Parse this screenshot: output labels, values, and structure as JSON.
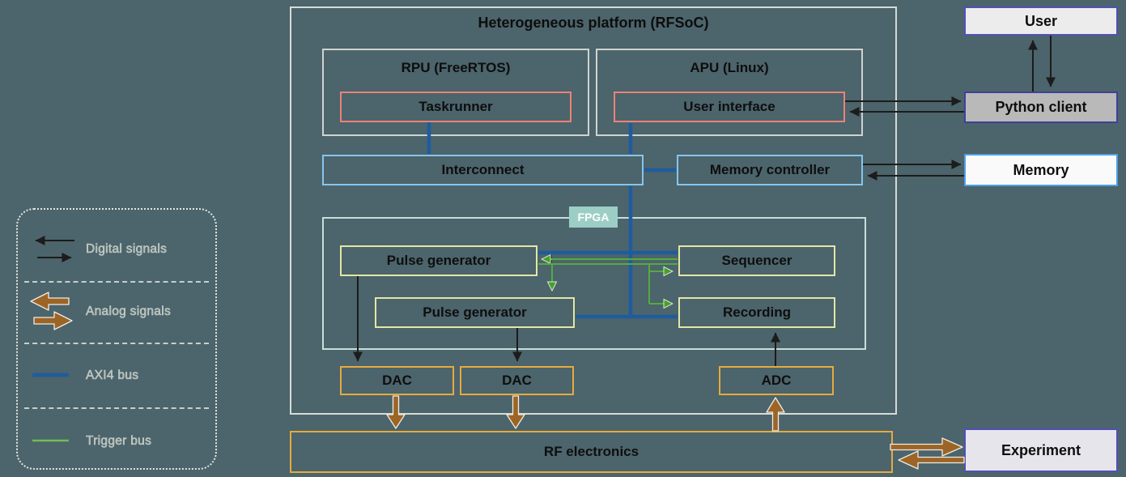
{
  "diagram": {
    "title": "Heterogeneous platform (RFSoC)",
    "fpga_tag": "FPGA",
    "boxes": {
      "rpu_label": "RPU (FreeRTOS)",
      "taskrunner": "Taskrunner",
      "apu_label": "APU (Linux)",
      "user_interface": "User interface",
      "interconnect": "Interconnect",
      "memory_controller": "Memory controller",
      "pulse_generator_1": "Pulse generator",
      "sequencer": "Sequencer",
      "pulse_generator_2": "Pulse generator",
      "recording": "Recording",
      "dac_1": "DAC",
      "dac_2": "DAC",
      "adc": "ADC",
      "rf_electronics": "RF electronics"
    },
    "external": {
      "user": "User",
      "python_client": "Python client",
      "memory": "Memory",
      "experiment": "Experiment"
    }
  },
  "legend": {
    "items": [
      {
        "label": "Digital signals",
        "icon": "digital-signals-arrows-icon"
      },
      {
        "label": "Analog signals",
        "icon": "analog-signals-arrows-icon"
      },
      {
        "label": "AXI4 bus",
        "icon": "axi4-bus-line-icon"
      },
      {
        "label": "Trigger bus",
        "icon": "trigger-bus-line-icon"
      }
    ]
  },
  "colors": {
    "background": "#4c646b",
    "axi4_bus_blue": "#1e5c9e",
    "trigger_bus_green": "#55aa40",
    "analog_signal_brown": "#9c6526",
    "digital_signal_black": "#1c1c1c",
    "processor_module_border": "#ed8277",
    "bus_module_border": "#85c6ee",
    "fpga_module_border": "#e2e7a6",
    "converter_border": "#e5ab3e",
    "fpga_tag_fill": "#9ccec6",
    "external_purple_border": "#5150b4",
    "memory_border": "#4d9fe8"
  }
}
